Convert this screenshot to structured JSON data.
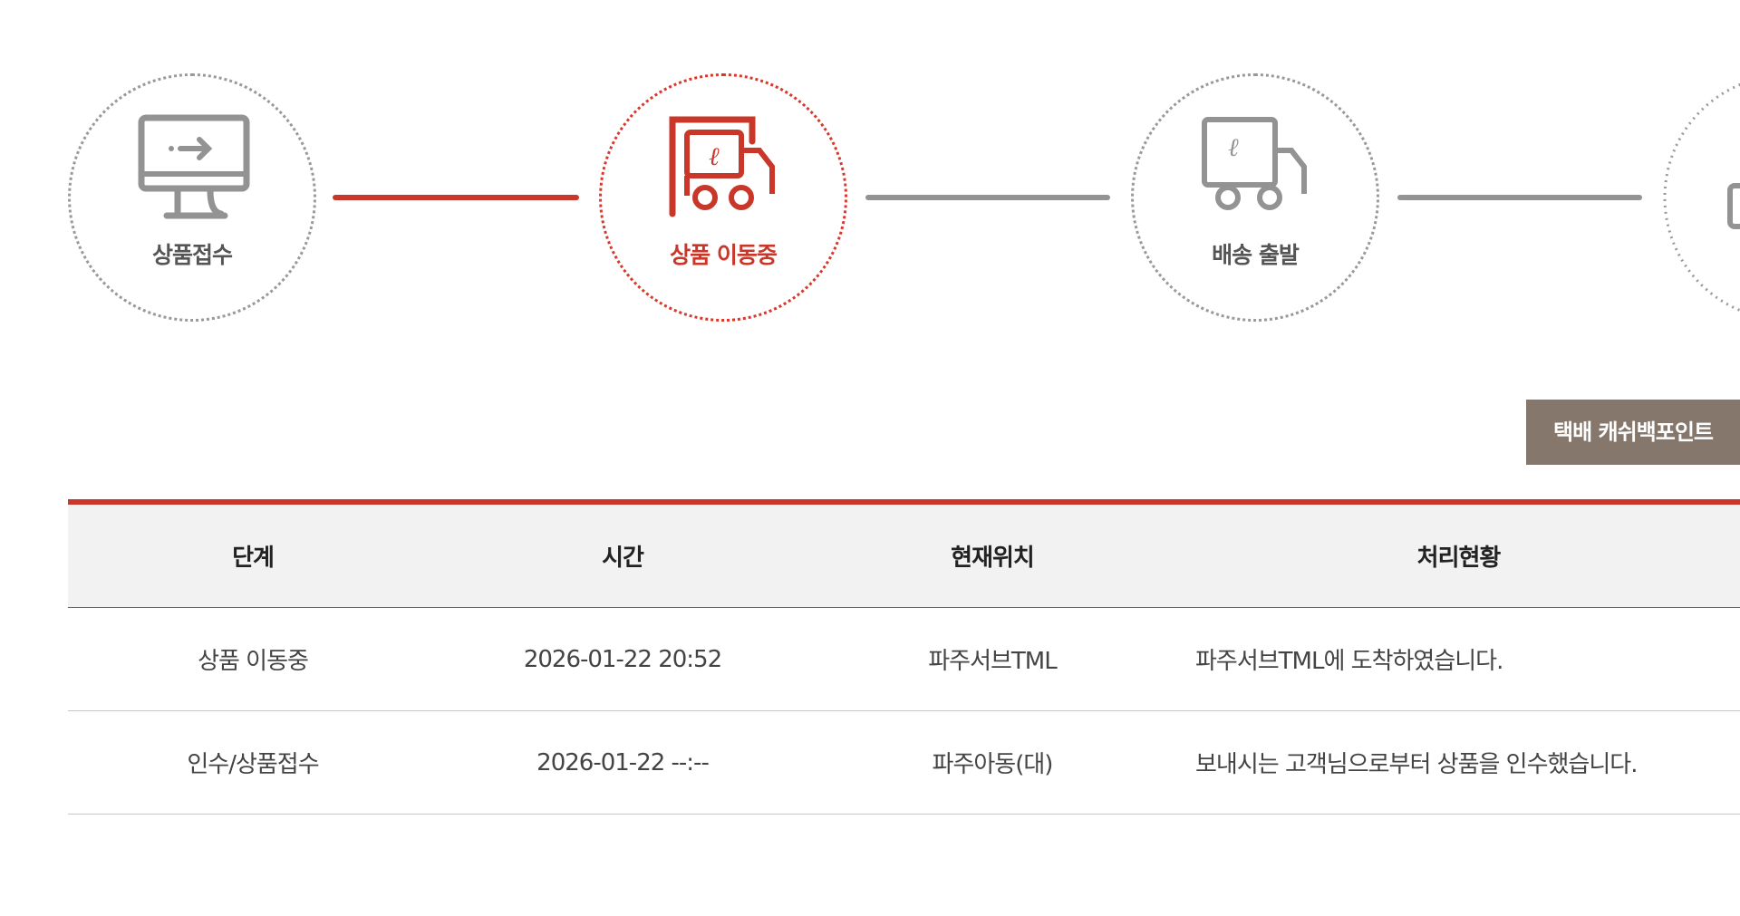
{
  "steps": [
    {
      "label": "상품접수",
      "icon": "monitor-arrow-icon",
      "state": "done"
    },
    {
      "label": "상품 이동중",
      "icon": "truck-icon",
      "state": "active"
    },
    {
      "label": "배송 출발",
      "icon": "truck-icon",
      "state": "pending"
    },
    {
      "label": "",
      "icon": "step-icon",
      "state": "pending"
    }
  ],
  "cashback_button": "택배 캐쉬백포인트",
  "table": {
    "headers": [
      "단계",
      "시간",
      "현재위치",
      "처리현황"
    ],
    "rows": [
      [
        "상품 이동중",
        "2026-01-22 20:52",
        "파주서브TML",
        "파주서브TML에 도착하였습니다."
      ],
      [
        "인수/상품접수",
        "2026-01-22 --:--",
        "파주아동(대)",
        "보내시는 고객님으로부터 상품을 인수했습니다."
      ]
    ]
  },
  "colors": {
    "accent": "#c8372a",
    "inactive": "#939393",
    "button": "#85776b"
  }
}
